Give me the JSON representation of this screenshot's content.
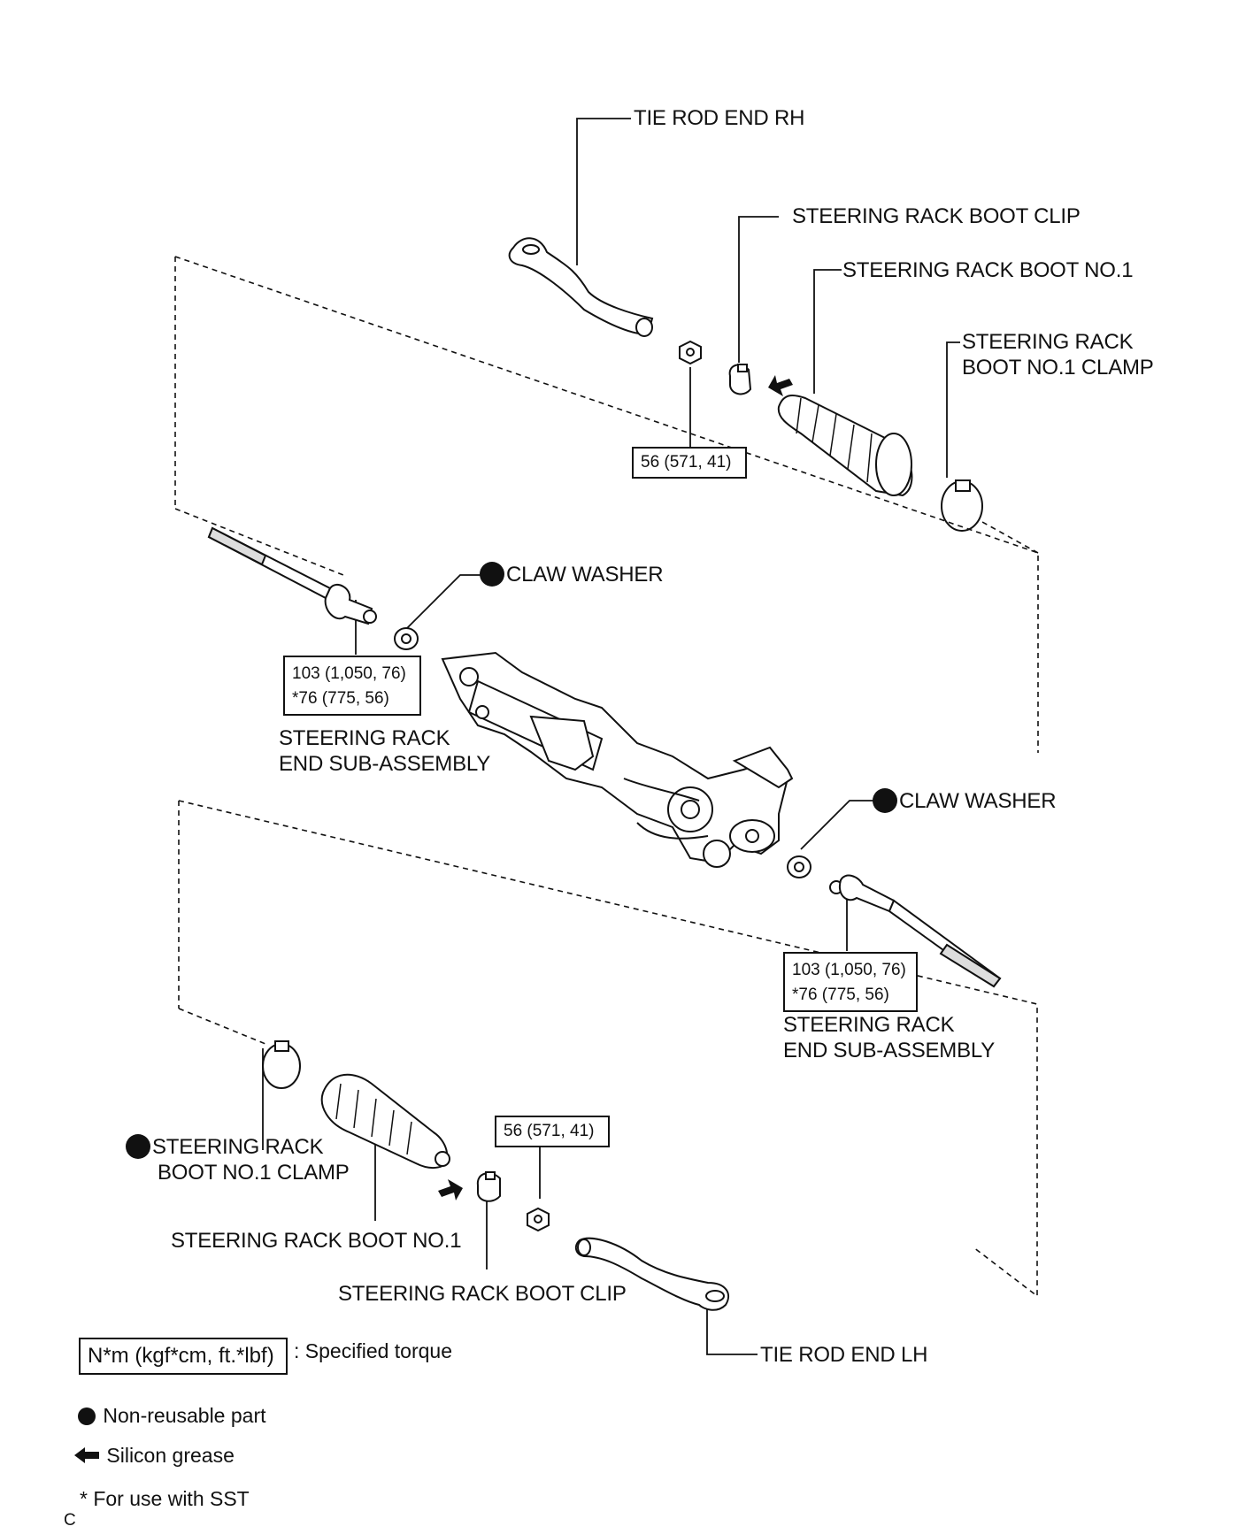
{
  "labels": {
    "tie_rod_end_rh": "TIE ROD END RH",
    "boot_clip_top": "STEERING RACK BOOT CLIP",
    "boot_no1_top": "STEERING RACK BOOT NO.1",
    "boot_clamp_top_line1": "STEERING RACK",
    "boot_clamp_top_line2": "BOOT NO.1 CLAMP",
    "claw_washer_top": "CLAW WASHER",
    "rack_end_left_line1": "STEERING RACK",
    "rack_end_left_line2": "END SUB-ASSEMBLY",
    "claw_washer_right": "CLAW WASHER",
    "rack_end_right_line1": "STEERING RACK",
    "rack_end_right_line2": "END SUB-ASSEMBLY",
    "boot_clamp_bottom_line1": "STEERING RACK",
    "boot_clamp_bottom_line2": "BOOT NO.1 CLAMP",
    "boot_no1_bottom": "STEERING RACK BOOT NO.1",
    "boot_clip_bottom": "STEERING RACK BOOT CLIP",
    "tie_rod_end_lh": "TIE ROD END LH"
  },
  "torques": {
    "nut_top": "56 (571, 41)",
    "rack_end_left_line1": "103 (1,050, 76)",
    "rack_end_left_line2": "*76 (775, 56)",
    "rack_end_right_line1": "103 (1,050, 76)",
    "rack_end_right_line2": "*76 (775, 56)",
    "nut_bottom": "56 (571, 41)"
  },
  "legend": {
    "torque_unit": "N*m (kgf*cm, ft.*lbf)",
    "torque_desc": ": Specified torque",
    "non_reusable": "Non-reusable part",
    "silicon_grease": "Silicon grease",
    "sst_note": "* For use with SST",
    "corner_mark": "C"
  },
  "icons": {
    "non_reusable": "filled-circle-icon",
    "silicon_grease": "left-arrow-icon"
  }
}
